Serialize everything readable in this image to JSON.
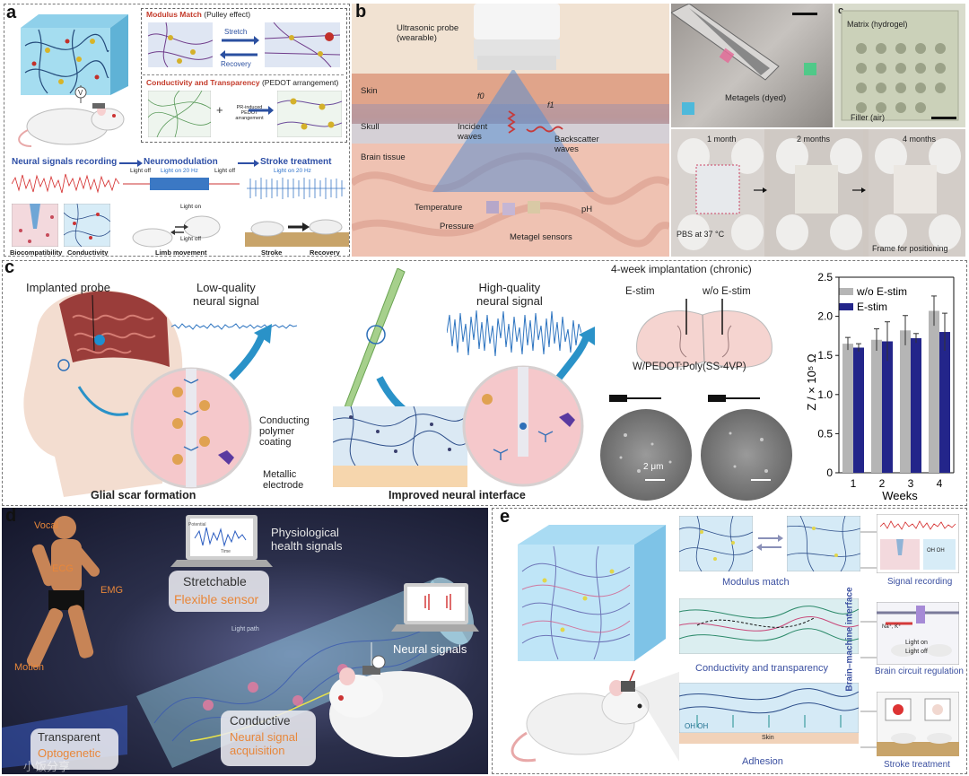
{
  "panel_a": {
    "label": "a",
    "modulus_title": "Modulus Match",
    "modulus_sub": "(Pulley effect)",
    "stretch": "Stretch",
    "recovery": "Recovery",
    "conductivity_title": "Conductivity and Transparency",
    "conductivity_sub": "(PEDOT arrangement)",
    "pr_note": "PR-induced PEDOT arrangement",
    "neural_recording": "Neural signals recording",
    "neuromodulation": "Neuromodulation",
    "stroke_treatment": "Stroke treatment",
    "light_off_1": "Light off",
    "light_on_20hz_1": "Light on 20 Hz",
    "light_off_2": "Light off",
    "light_on_20hz_2": "Light on 20 Hz",
    "light_on": "Light on",
    "light_off_3": "Light off",
    "biocompatibility": "Biocompatibility",
    "conductivity": "Conductivity",
    "limb_movement": "Limb movement",
    "stroke": "Stroke",
    "recovery_2": "Recovery"
  },
  "panel_b": {
    "label": "b",
    "probe": "Ultrasonic probe\n(wearable)",
    "skin": "Skin",
    "skull": "Skull",
    "brain_tissue": "Brain tissue",
    "f0": "f0",
    "f1": "f1",
    "incident": "Incident\nwaves",
    "backscatter": "Backscatter\nwaves",
    "temperature": "Temperature",
    "pressure": "Pressure",
    "ph": "pH",
    "metagel_sensors": "Metagel sensors",
    "metagels_dyed": "Metagels (dyed)"
  },
  "panel_c_top": {
    "label": "c",
    "matrix": "Matrix (hydrogel)",
    "filler": "Filler (air)",
    "m1": "1 month",
    "m2": "2 months",
    "m4": "4 months",
    "pbs": "PBS at 37 °C",
    "frame": "Frame for positioning"
  },
  "panel_c": {
    "label": "c",
    "implanted_probe": "Implanted probe",
    "low_quality": "Low-quality\nneural signal",
    "high_quality": "High-quality\nneural signal",
    "glial": "Glial scar formation",
    "improved": "Improved neural interface",
    "conducting_coating": "Conducting\npolymer\ncoating",
    "metallic_electrode": "Metallic\nelectrode",
    "implantation": "4-week implantation (chronic)",
    "estim": "E-stim",
    "wo_estim": "w/o E-stim",
    "material": "W/PEDOT:Poly(SS-4VP)",
    "scale": "2 μm"
  },
  "chart_data": {
    "type": "bar",
    "categories": [
      "1",
      "2",
      "3",
      "4"
    ],
    "series": [
      {
        "name": "w/o E-stim",
        "values": [
          1.65,
          1.7,
          1.82,
          2.07
        ],
        "errors": [
          0.08,
          0.14,
          0.19,
          0.19
        ],
        "color": "#b5b5b5"
      },
      {
        "name": "E-stim",
        "values": [
          1.6,
          1.68,
          1.72,
          1.8
        ],
        "errors": [
          0.05,
          0.25,
          0.06,
          0.24
        ],
        "color": "#23258a"
      }
    ],
    "xlabel": "Weeks",
    "ylabel": "Z / × 10⁵ Ω",
    "ylim": [
      0,
      2.5
    ],
    "yticks": [
      "0",
      "0.5",
      "1.0",
      "1.5",
      "2.0",
      "2.5"
    ],
    "legend": "top-left",
    "grid": false
  },
  "panel_d": {
    "label": "d",
    "vocal": "Vocal",
    "ecg": "ECG",
    "emg": "EMG",
    "motion": "Motion",
    "physio": "Physiological\nhealth signals",
    "stretchable": "Stretchable",
    "flexible": "Flexible sensor",
    "neural_signals": "Neural signals",
    "light_path": "Light path",
    "transparent": "Transparent",
    "optogenetic": "Optogenetic",
    "conductive": "Conductive",
    "neural_acq": "Neural signal\nacquisition",
    "potential": "Potential",
    "time": "Time"
  },
  "panel_e": {
    "label": "e",
    "modulus": "Modulus match",
    "conductivity": "Conductivity and transparency",
    "adhesion": "Adhesion",
    "skin": "Skin",
    "bmi": "Brain–machine interface",
    "signal_recording": "Signal recording",
    "brain_circuit": "Brain circuit regulation",
    "stroke_treatment": "Stroke treatment",
    "light_on": "Light on",
    "light_off": "Light off",
    "ohoh": "OH OH",
    "ions": "Na⁺, K⁺"
  },
  "watermark": "小饭分享"
}
